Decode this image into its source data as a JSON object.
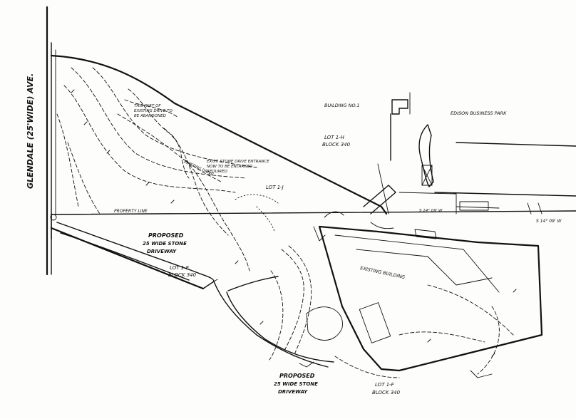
{
  "labels": {
    "street": "GLENDALE (25'WIDE) AVE.",
    "building_no1": "BUILDING NO.1",
    "edison_park": "EDISON BUSINESS PARK",
    "lot_1h": "LOT 1-H",
    "lot_1h_block": "BLOCK 340",
    "lot_1j": "LOT 1-J",
    "lot_1e": "LOT 1-E",
    "lot_1e_block": "BLOCK 340",
    "lot_1f": "LOT 1-F",
    "lot_1f_block": "BLOCK 340",
    "proposed_driveway_top_1": "PROPOSED",
    "proposed_driveway_top_2": "25 WIDE STONE",
    "proposed_driveway_top_3": "DRIVEWAY",
    "proposed_driveway_bottom_1": "PROPOSED",
    "proposed_driveway_bottom_2": "25 WIDE STONE",
    "proposed_driveway_bottom_3": "DRIVEWAY",
    "existing_building": "EXISTING BUILDING",
    "property_line": "PROPERTY LINE",
    "abandon_note_1": "THIS PART OF",
    "abandon_note_2": "EXISTING DRIVE TO",
    "abandon_note_3": "BE ABANDONED",
    "stone_drive_note_1": "EXIST. STONE DRIVE ENTRANCE",
    "stone_drive_note_2": "NOW TO BE ENLARGED",
    "stone_drive_note_3": "REQUIRED",
    "existing_drive": "EXISTING DRIVE",
    "bearing_right": "S 14° 09' W",
    "bearing_mid": "S 14° 09' W"
  }
}
